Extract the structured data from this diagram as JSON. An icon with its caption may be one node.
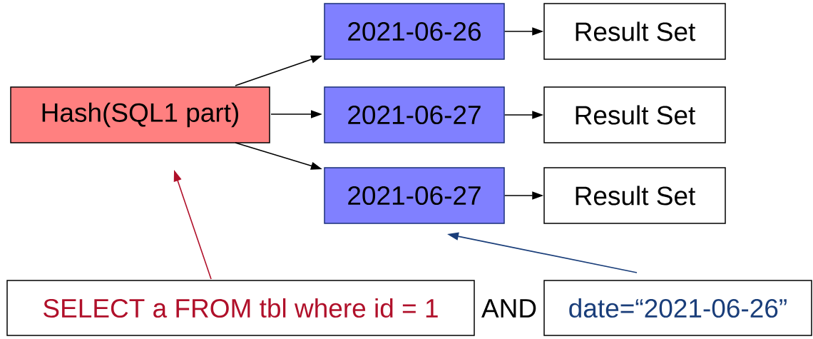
{
  "diagram": {
    "nodes": [
      {
        "text": [
          "Hash(SQL1 part)"
        ]
      },
      {
        "text": [
          "2021-06-26"
        ]
      },
      {
        "text": [
          "2021-06-27"
        ]
      },
      {
        "text": [
          "2021-06-27"
        ]
      },
      {
        "text": [
          "Result Set"
        ]
      },
      {
        "text": [
          "Result Set"
        ]
      },
      {
        "text": [
          "Result Set"
        ]
      },
      {
        "text": [
          "SELECT a FROM tbl where id = 1"
        ]
      },
      {
        "text": [
          "date=“2021-06-26”"
        ]
      }
    ],
    "edges": [
      {
        "from": 0,
        "to": 1,
        "arrow": "to"
      },
      {
        "from": 0,
        "to": 2,
        "arrow": "to"
      },
      {
        "from": 0,
        "to": 3,
        "arrow": "to"
      },
      {
        "from": 1,
        "to": 4,
        "arrow": "to"
      },
      {
        "from": 2,
        "to": 5,
        "arrow": "to"
      },
      {
        "from": 3,
        "to": 6,
        "arrow": "to"
      },
      {
        "from": 7,
        "to": 0,
        "arrow": "to",
        "color": "#b0102a"
      },
      {
        "from": 8,
        "to": 3,
        "arrow": "to",
        "color": "#1a3e7a"
      }
    ],
    "labels": [
      "AND"
    ]
  }
}
